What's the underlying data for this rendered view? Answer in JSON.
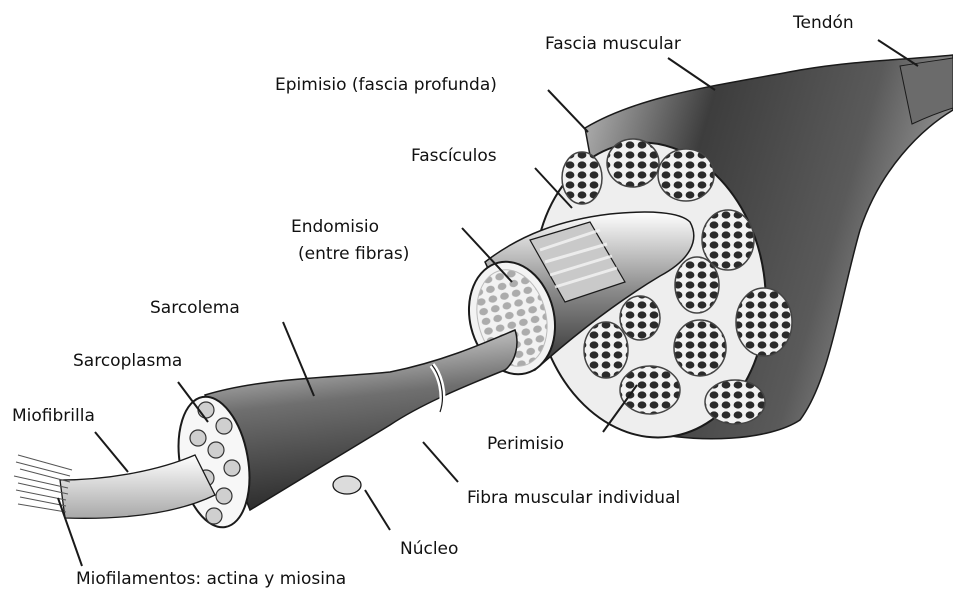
{
  "labels": {
    "tendon": "Tendón",
    "fascia_muscular": "Fascia muscular",
    "epimisio": "Epimisio (fascia profunda)",
    "fasciculos": "Fascículos",
    "endomisio_1": "Endomisio",
    "endomisio_2": "(entre fibras)",
    "sarcolema": "Sarcolema",
    "sarcoplasma": "Sarcoplasma",
    "miofibrilla": "Miofibrilla",
    "perimisio": "Perimisio",
    "fibra": "Fibra muscular individual",
    "nucleo": "Núcleo",
    "miofilamentos": "Miofilamentos: actina y miosina"
  },
  "colors": {
    "outline": "#1a1a1a",
    "fascicle_fill": "#2b2b2b",
    "section_fill": "#efefef",
    "muscle_dark": "#3a3a3a",
    "muscle_light": "#d9d9d9"
  }
}
